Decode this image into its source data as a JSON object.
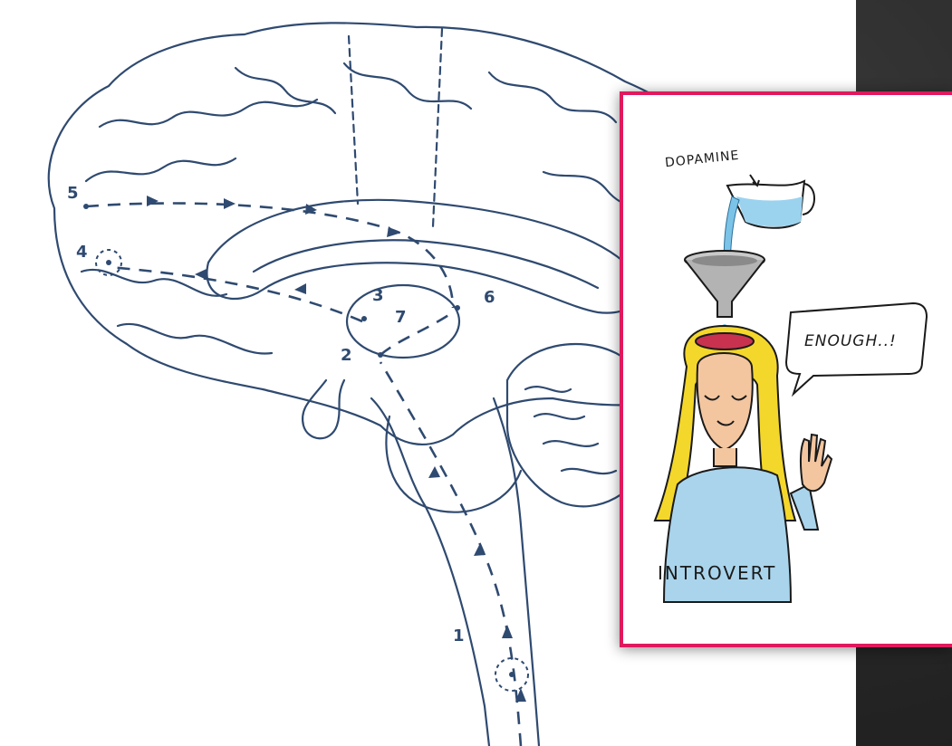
{
  "diagram": {
    "numbers": [
      "1",
      "2",
      "3",
      "4",
      "5",
      "6",
      "7"
    ]
  },
  "card": {
    "label_dopamine": "DOPAMINE",
    "speech_text": "ENOUGH..!",
    "label_introvert": "INTROVERT"
  },
  "colors": {
    "slide_background": "#242424",
    "line_art": "#2f4a70",
    "card_border": "#e0195d",
    "hair": "#f4d72b",
    "shirt": "#a9d4ec",
    "skin": "#f3c6a0",
    "water": "#7cc3e8"
  }
}
